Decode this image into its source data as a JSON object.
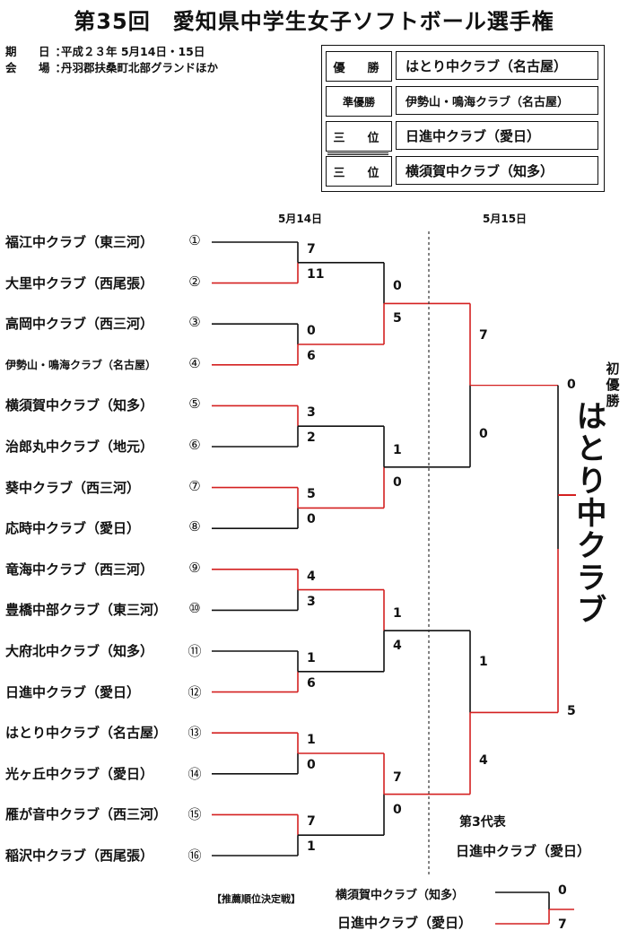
{
  "title": "第35回　愛知県中学生女子ソフトボール選手権",
  "info": {
    "date_label": "期　日：",
    "date_value": "平成２３年 5月14日・15日",
    "venue_label": "会　場：",
    "venue_value": "丹羽郡扶桑町北部グランドほか"
  },
  "results": [
    {
      "rank": "優　勝",
      "team": "はとり中クラブ（名古屋）"
    },
    {
      "rank": "準優勝",
      "team": "伊勢山・鳴海クラブ（名古屋）"
    },
    {
      "rank": "三　位",
      "team": "日進中クラブ（愛日）"
    },
    {
      "rank": "三　位",
      "team": "横須賀中クラブ（知多）"
    }
  ],
  "dates": {
    "day1": "5月14日",
    "day2": "5月15日"
  },
  "teams": [
    {
      "name": "福江中クラブ（東三河）",
      "seed": "①"
    },
    {
      "name": "大里中クラブ（西尾張）",
      "seed": "②"
    },
    {
      "name": "高岡中クラブ（西三河）",
      "seed": "③"
    },
    {
      "name": "伊勢山・鳴海クラブ（名古屋）",
      "seed": "④"
    },
    {
      "name": "横須賀中クラブ（知多）",
      "seed": "⑤"
    },
    {
      "name": "治郎丸中クラブ（地元）",
      "seed": "⑥"
    },
    {
      "name": "葵中クラブ（西三河）",
      "seed": "⑦"
    },
    {
      "name": "応時中クラブ（愛日）",
      "seed": "⑧"
    },
    {
      "name": "竜海中クラブ（西三河）",
      "seed": "⑨"
    },
    {
      "name": "豊橋中部クラブ（東三河）",
      "seed": "⑩"
    },
    {
      "name": "大府北中クラブ（知多）",
      "seed": "⑪"
    },
    {
      "name": "日進中クラブ（愛日）",
      "seed": "⑫"
    },
    {
      "name": "はとり中クラブ（名古屋）",
      "seed": "⑬"
    },
    {
      "name": "光ヶ丘中クラブ（愛日）",
      "seed": "⑭"
    },
    {
      "name": "雁が音中クラブ（西三河）",
      "seed": "⑮"
    },
    {
      "name": "稲沢中クラブ（西尾張）",
      "seed": "⑯"
    }
  ],
  "scores": {
    "r1": [
      "7",
      "11",
      "0",
      "6",
      "3",
      "2",
      "5",
      "0",
      "4",
      "3",
      "1",
      "6",
      "1",
      "0",
      "7",
      "1"
    ],
    "r2": [
      "0",
      "5",
      "1",
      "0",
      "1",
      "4",
      "7",
      "0"
    ],
    "r3": [
      "7",
      "0",
      "1",
      "4"
    ],
    "final": [
      "0",
      "5"
    ]
  },
  "champion": {
    "heading": "初優勝",
    "name": "はとり中クラブ"
  },
  "third_rep": {
    "label": "第3代表",
    "team": "日進中クラブ（愛日）"
  },
  "playoff": {
    "label": "【推薦順位決定戦】",
    "team_a": "横須賀中クラブ（知多）",
    "team_b": "日進中クラブ（愛日）",
    "score_a": "0",
    "score_b": "7"
  },
  "colors": {
    "win": "#d42020",
    "line": "#111111"
  }
}
